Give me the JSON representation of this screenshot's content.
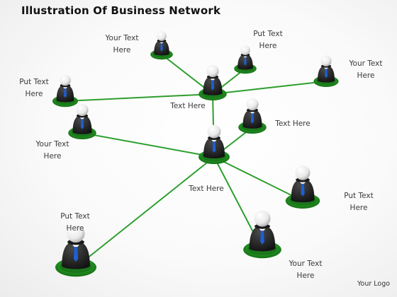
{
  "title": "Illustration Of Business Network",
  "logo": "Your Logo",
  "labels": {
    "n1": [
      "Your Text",
      "Here"
    ],
    "n2": [
      "Put Text",
      "Here"
    ],
    "n3": [
      "Your Text",
      "Here"
    ],
    "n4": [
      "Put Text",
      "Here"
    ],
    "hub1": "Text Here",
    "n5": [
      "Your Text",
      "Here"
    ],
    "n6": "Text Here",
    "hub2": "Text Here",
    "n7": [
      "Put Text",
      "Here"
    ],
    "n8": [
      "Put Text",
      "Here"
    ],
    "n9": [
      "Your Text",
      "Here"
    ]
  },
  "colors": {
    "connector": "#2e9e2e",
    "base_ring": "#1f8f1f",
    "suit": "#2a2a2a",
    "tie": "#1e5fd1",
    "head": "#f2f2f2"
  },
  "icons": {
    "person": "businessman-figure-icon"
  }
}
